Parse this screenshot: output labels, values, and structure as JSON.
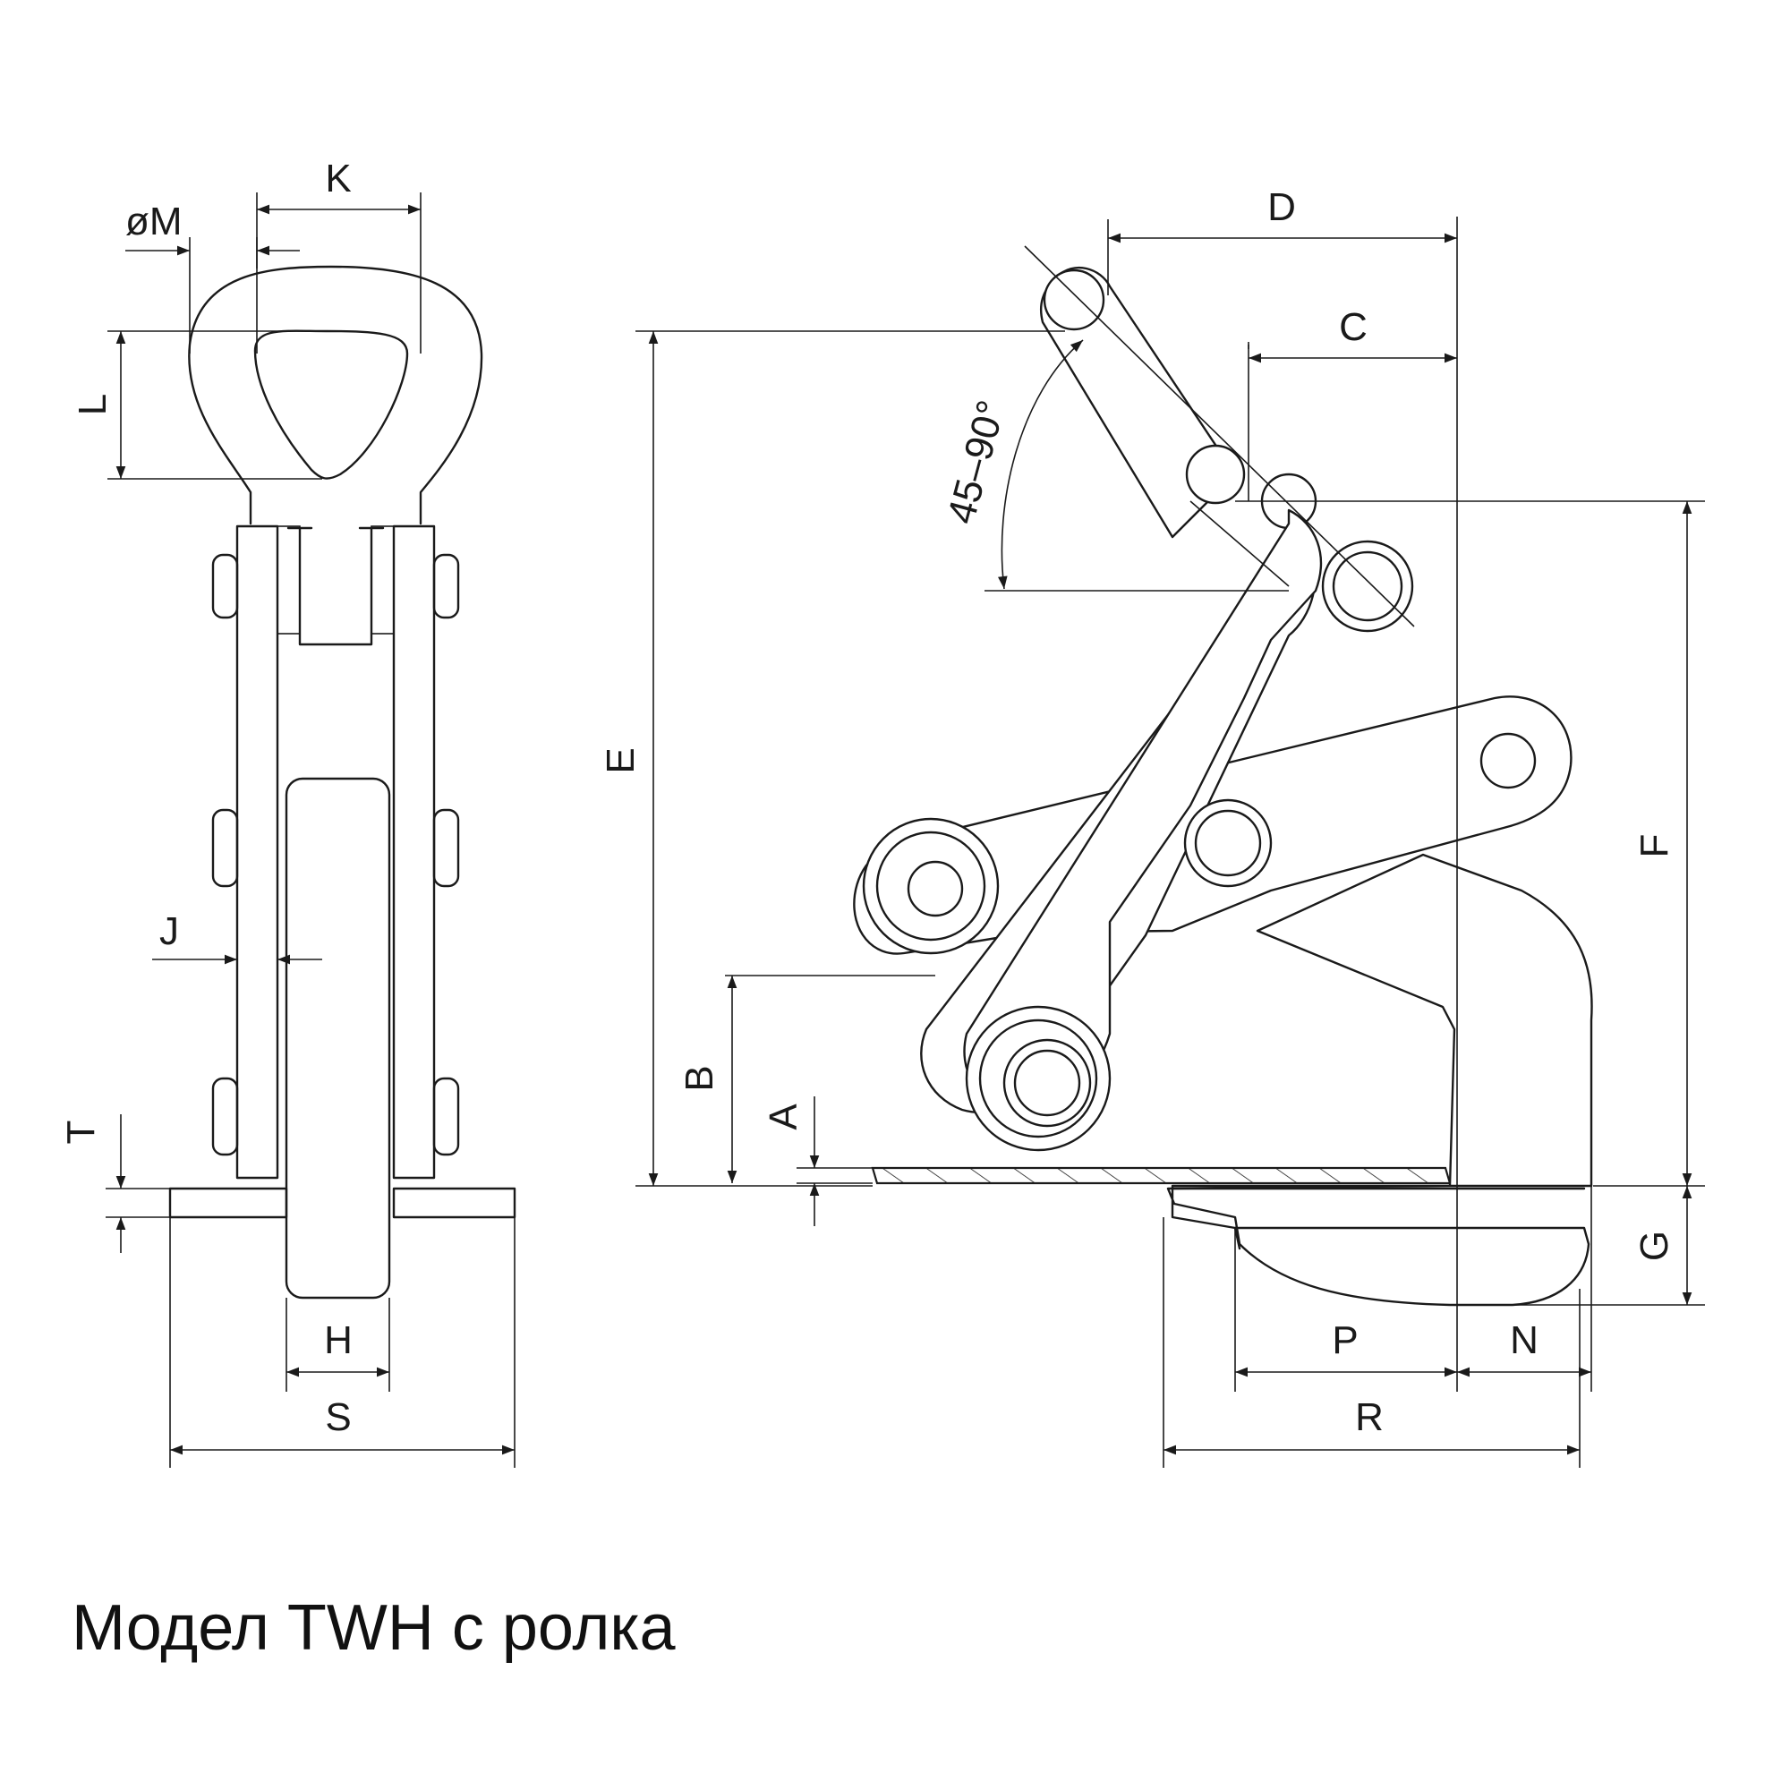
{
  "caption": "Модел TWH с ролка",
  "dimension_labels": {
    "K": "K",
    "M": "øM",
    "L": "L",
    "J": "J",
    "T": "T",
    "H": "H",
    "S": "S",
    "D": "D",
    "C": "C",
    "E": "E",
    "B": "B",
    "A": "A",
    "F": "F",
    "G": "G",
    "P": "P",
    "N": "N",
    "R": "R"
  },
  "angle_label": "45–90°"
}
